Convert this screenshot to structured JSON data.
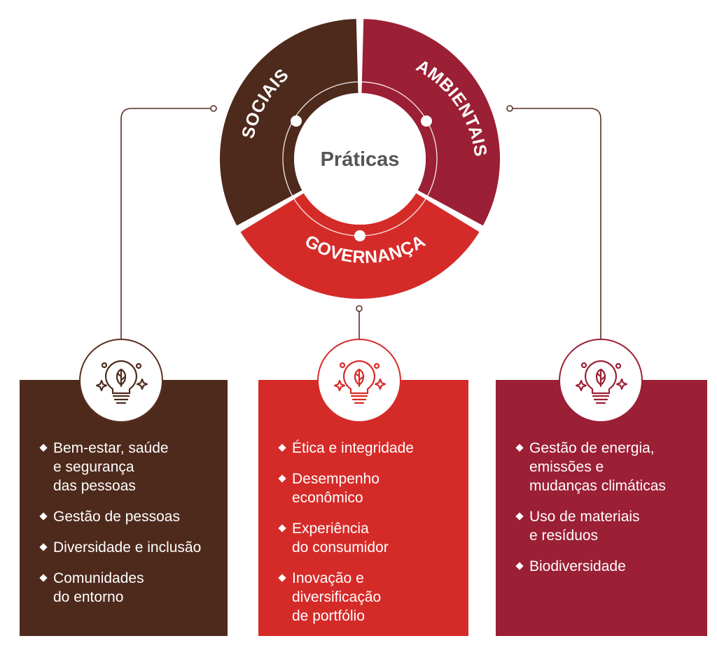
{
  "center": {
    "label": "Práticas"
  },
  "ring": {
    "sociais": {
      "label": "SOCIAIS",
      "color": "#4e2a1c"
    },
    "ambientais": {
      "label": "AMBIENTAIS",
      "color": "#9b1f35"
    },
    "governanca": {
      "label": "GOVERNANÇA",
      "color": "#d52b28"
    }
  },
  "cards": {
    "sociais": {
      "color": "#4e2a1c",
      "icon": "lightbulb-leaf-icon",
      "items": [
        "Bem-estar, saúde\ne segurança\ndas pessoas",
        "Gestão de pessoas",
        "Diversidade e inclusão",
        "Comunidades\ndo entorno"
      ]
    },
    "governanca": {
      "color": "#d52b28",
      "icon": "lightbulb-leaf-icon",
      "items": [
        "Ética e integridade",
        "Desempenho\neconômico",
        "Experiência\ndo consumidor",
        "Inovação e\ndiversificação\nde portfólio"
      ]
    },
    "ambientais": {
      "color": "#9b1f35",
      "icon": "lightbulb-leaf-icon",
      "items": [
        "Gestão de energia,\nemissões e\nmudanças climáticas",
        "Uso de materiais\ne resíduos",
        "Biodiversidade"
      ]
    }
  },
  "connector_color": "#5a2f1f"
}
